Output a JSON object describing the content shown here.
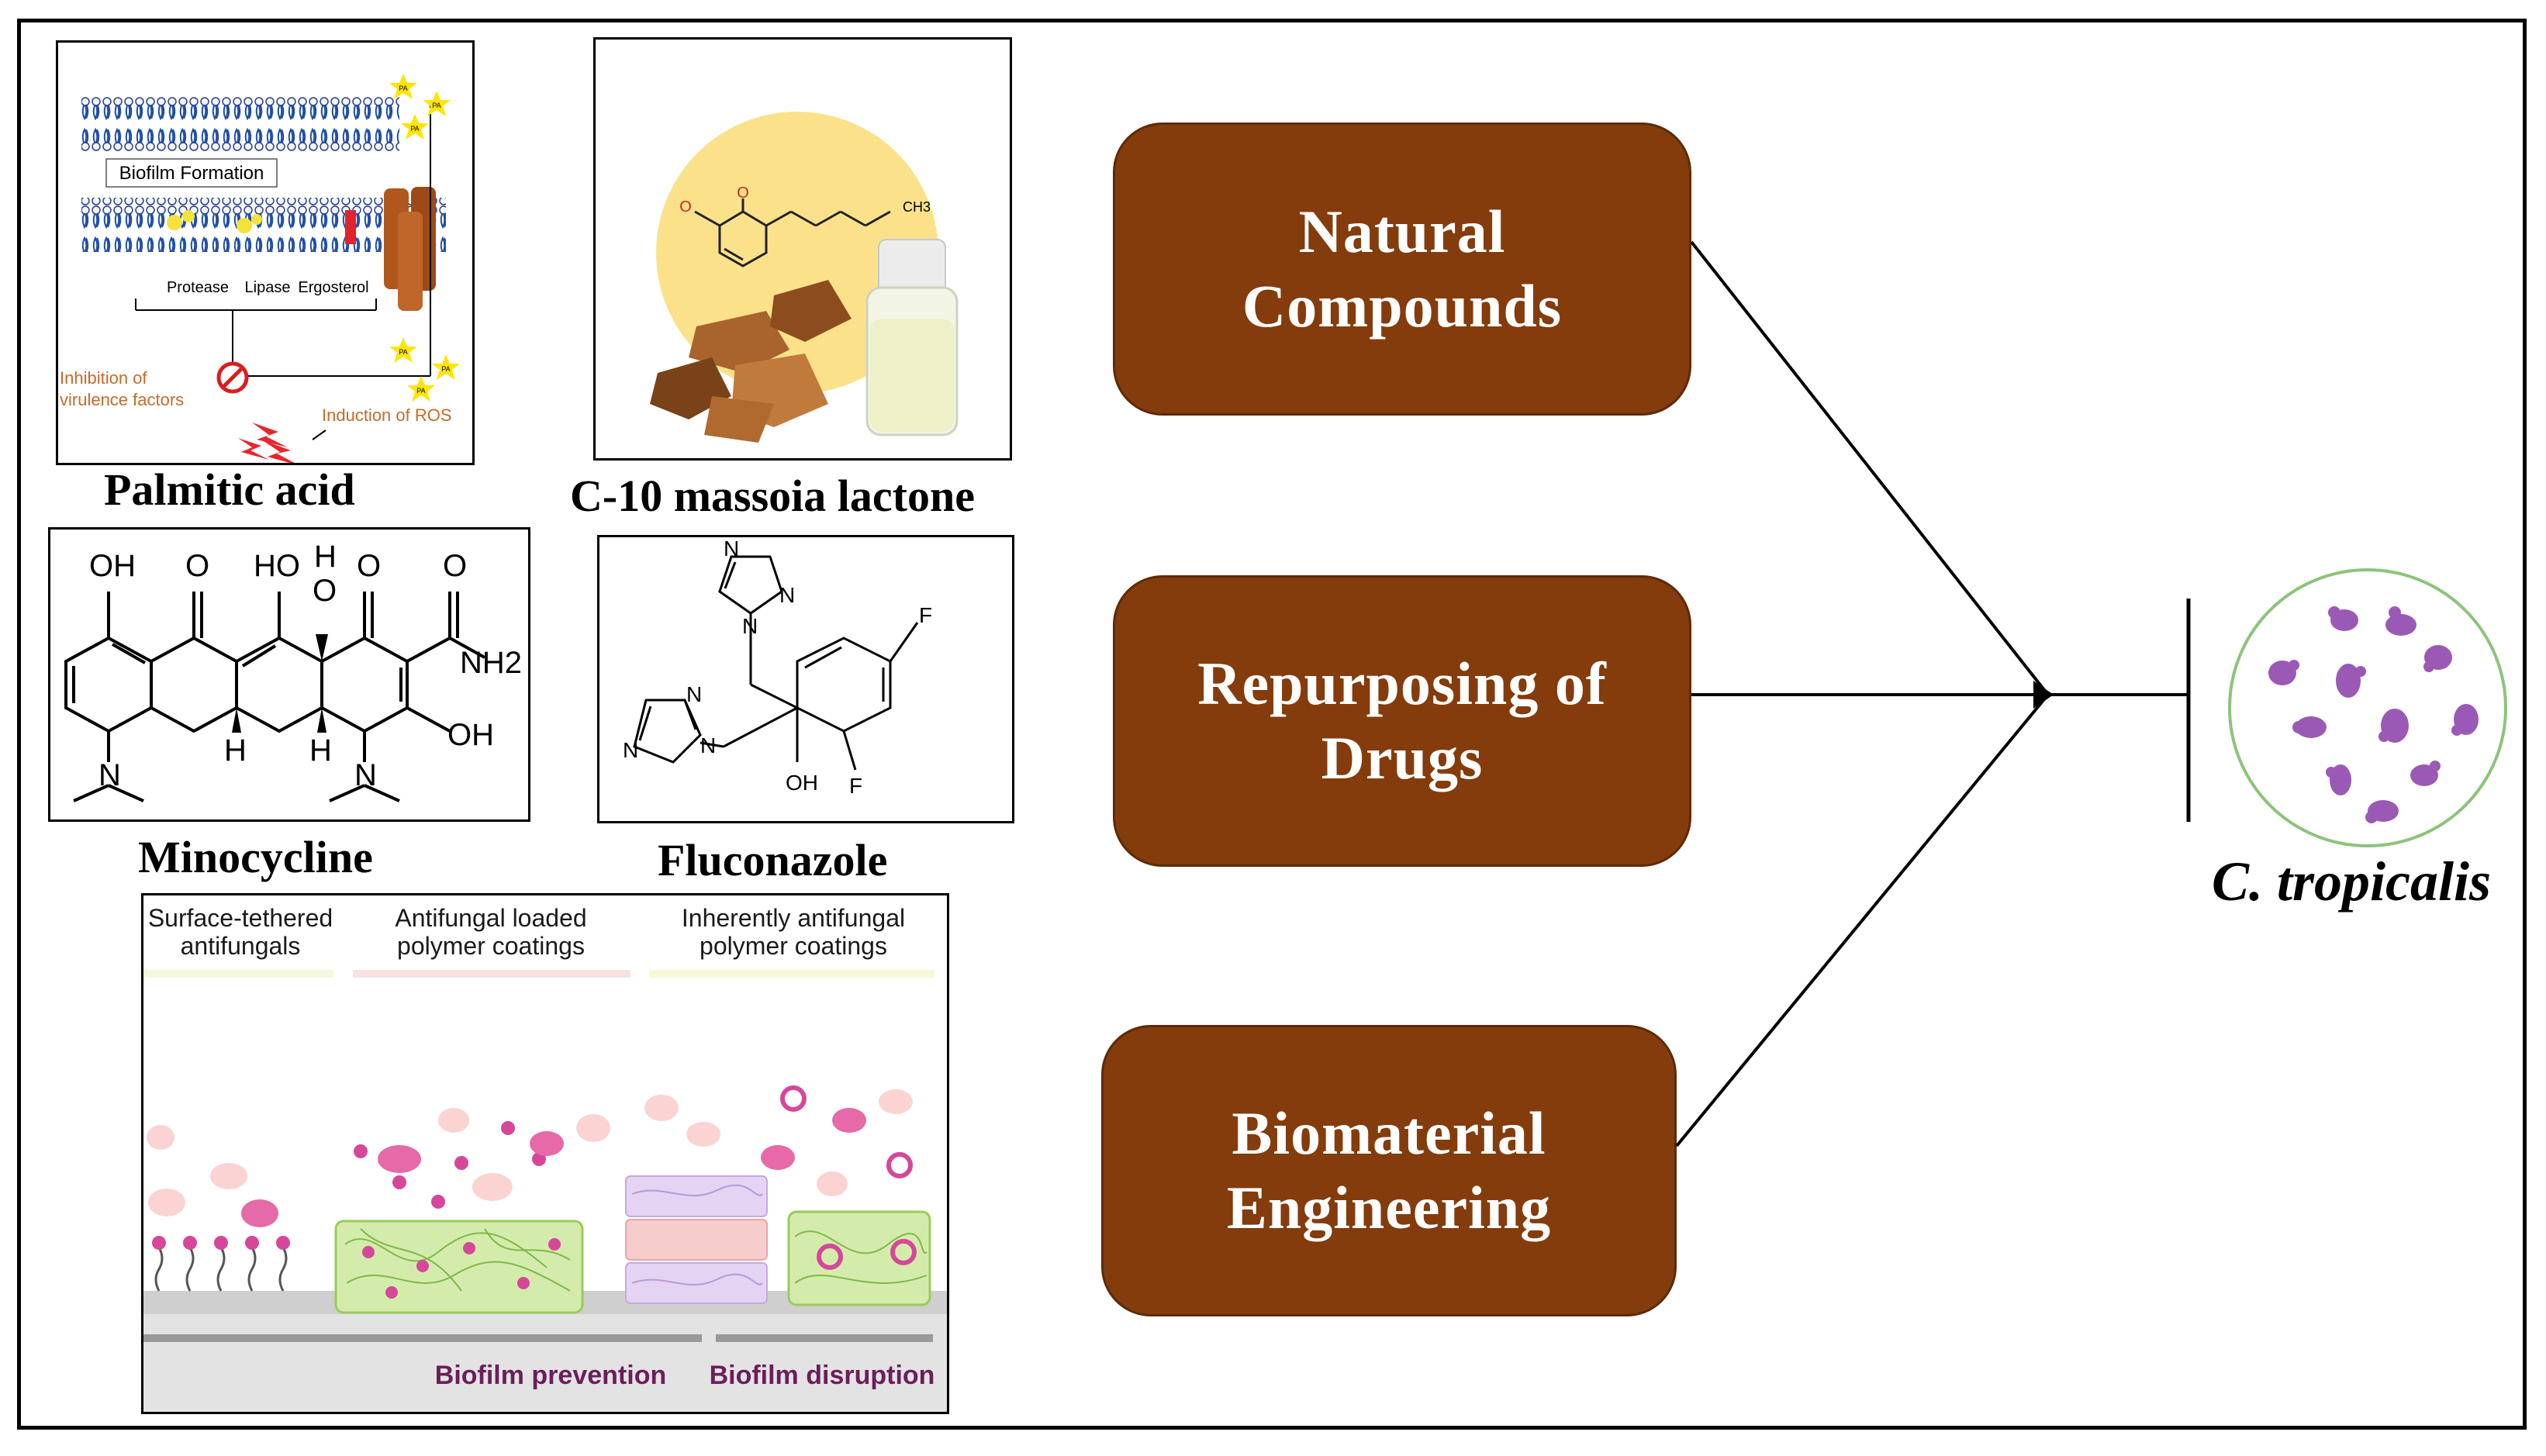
{
  "strategies": [
    {
      "label": "Natural\nCompounds"
    },
    {
      "label": "Repurposing of\nDrugs"
    },
    {
      "label": "Biomaterial\nEngineering"
    }
  ],
  "target": {
    "label": "C. tropicalis"
  },
  "compounds": {
    "palmitic": {
      "caption": "Palmitic acid",
      "biofilm_label": "Biofilm Formation",
      "enzymes": [
        "Protease",
        "Lipase",
        "Ergosterol"
      ],
      "inhibition_label_1": "Inhibition of",
      "inhibition_label_2": "virulence factors",
      "ros_label": "Induction of ROS",
      "pa_tag": "PA"
    },
    "massoia": {
      "caption": "C-10 massoia lactone",
      "ch3": "CH3"
    },
    "minocycline": {
      "caption": "Minocycline",
      "atoms": {
        "oh": "OH",
        "o": "O",
        "ho": "HO",
        "h": "H",
        "nh2": "NH2",
        "n": "N"
      }
    },
    "fluconazole": {
      "caption": "Fluconazole",
      "atoms": {
        "n": "N",
        "f": "F",
        "oh": "OH"
      }
    }
  },
  "coatings": {
    "headers": [
      [
        "Surface-tethered",
        "antifungals"
      ],
      [
        "Antifungal loaded",
        "polymer coatings"
      ],
      [
        "Inherently antifungal",
        "polymer coatings"
      ]
    ],
    "footers": [
      "Biofilm prevention",
      "Biofilm disruption"
    ]
  },
  "colors": {
    "strategy_box": "#843c0c",
    "strategy_text": "#ffffff",
    "cell_purple": "#9b59b6",
    "coating_green": "#c9e89a",
    "coating_pink": "#f4b6b6",
    "coating_lavender": "#dcc6ec",
    "footer_text": "#6b1e5a"
  }
}
